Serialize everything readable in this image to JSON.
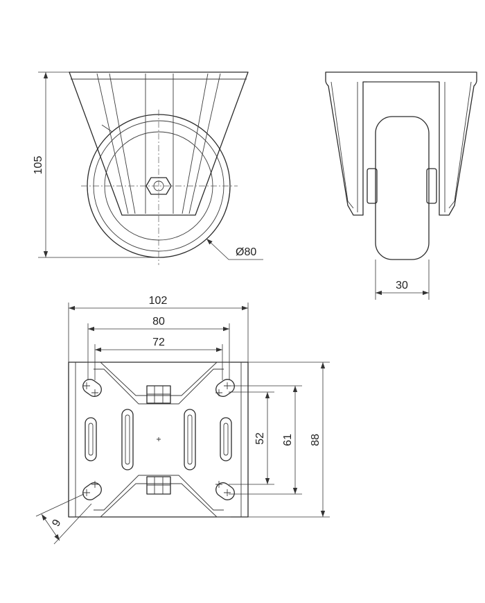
{
  "dimensions": {
    "height": "105",
    "wheel_diameter": "Ø80",
    "wheel_width": "30",
    "plate_width": "102",
    "bolt_spacing_outer": "80",
    "bolt_spacing_inner": "72",
    "slot_spacing_short": "52",
    "slot_spacing_long": "61",
    "plate_length": "88",
    "slot_width": "9"
  }
}
